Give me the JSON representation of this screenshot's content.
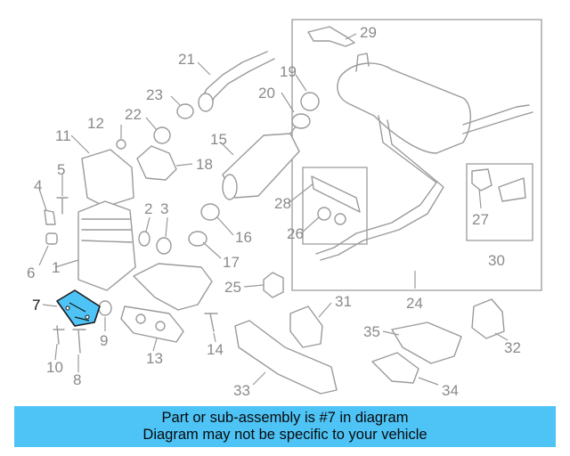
{
  "callouts": [
    "1",
    "2",
    "3",
    "4",
    "5",
    "6",
    "7",
    "8",
    "9",
    "10",
    "11",
    "12",
    "13",
    "14",
    "15",
    "16",
    "17",
    "18",
    "19",
    "20",
    "21",
    "22",
    "23",
    "24",
    "25",
    "26",
    "27",
    "28",
    "29",
    "30",
    "31",
    "32",
    "33",
    "34",
    "35"
  ],
  "highlight_part": "7",
  "colors": {
    "highlight": "#4ec3f5",
    "line": "#9a9a9a",
    "label": "#8a8a8a",
    "banner": "#4ec3f5"
  },
  "banner": {
    "line1": "Part or sub-assembly is #7 in diagram",
    "line2": "Diagram may not be specific to your vehicle"
  }
}
